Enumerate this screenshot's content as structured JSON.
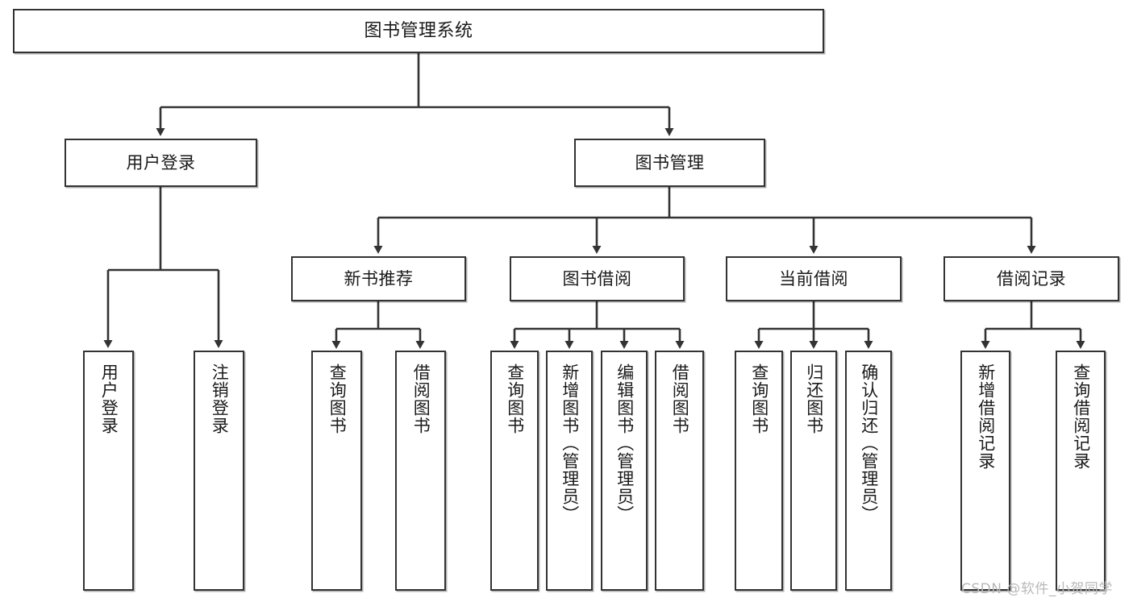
{
  "diagram": {
    "type": "tree",
    "title": "图书管理系统",
    "orientation": "top-down",
    "colors": {
      "box_border": "#333333",
      "box_fill": "#ffffff",
      "edge": "#333333",
      "text": "#1a1a1a",
      "watermark": "#b9b9b9",
      "background": "#ffffff"
    },
    "nodes": {
      "root": {
        "label": "图书管理系统"
      },
      "level2": [
        {
          "id": "user-login",
          "label": "用户登录"
        },
        {
          "id": "book-manage",
          "label": "图书管理"
        }
      ],
      "level3": [
        {
          "id": "new-book-recommend",
          "label": "新书推荐"
        },
        {
          "id": "book-borrow",
          "label": "图书借阅"
        },
        {
          "id": "current-borrow",
          "label": "当前借阅"
        },
        {
          "id": "borrow-record",
          "label": "借阅记录"
        }
      ],
      "leaves": {
        "user-login": [
          {
            "id": "leaf-user-login",
            "label": "用户登录"
          },
          {
            "id": "leaf-user-logout",
            "label": "注销登录"
          }
        ],
        "new-book-recommend": [
          {
            "id": "leaf-query-book-1",
            "label": "查询图书"
          },
          {
            "id": "leaf-borrow-book-1",
            "label": "借阅图书"
          }
        ],
        "book-borrow": [
          {
            "id": "leaf-query-book-2",
            "label": "查询图书"
          },
          {
            "id": "leaf-add-book",
            "label": "新增图书（管理员）"
          },
          {
            "id": "leaf-edit-book",
            "label": "编辑图书（管理员）"
          },
          {
            "id": "leaf-borrow-book-2",
            "label": "借阅图书"
          }
        ],
        "current-borrow": [
          {
            "id": "leaf-query-book-3",
            "label": "查询图书"
          },
          {
            "id": "leaf-return-book",
            "label": "归还图书"
          },
          {
            "id": "leaf-confirm-return",
            "label": "确认归还（管理员）"
          }
        ],
        "borrow-record": [
          {
            "id": "leaf-add-record",
            "label": "新增借阅记录"
          },
          {
            "id": "leaf-query-record",
            "label": "查询借阅记录"
          }
        ]
      }
    },
    "watermark": "CSDN @软件_小贺同学"
  }
}
